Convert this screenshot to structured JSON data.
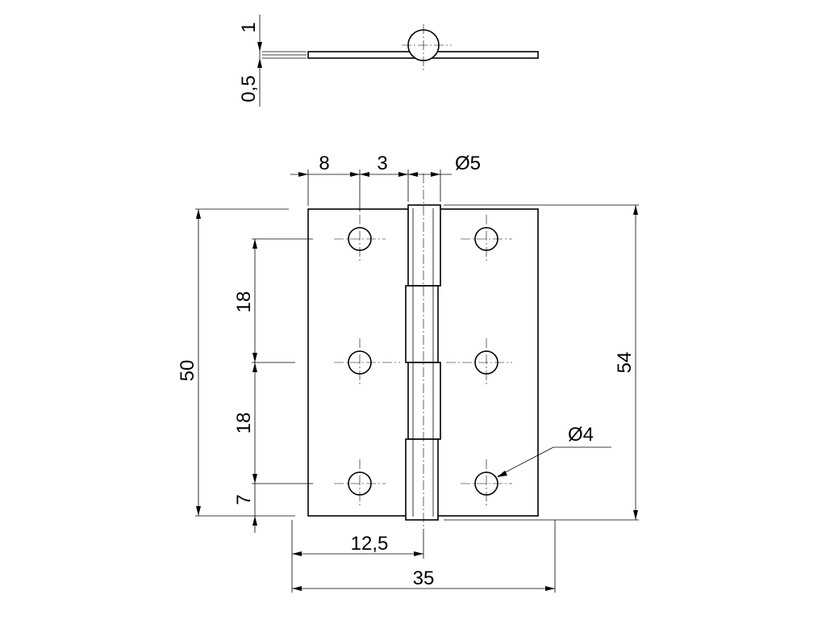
{
  "dimensions": {
    "leaf_thickness": "1",
    "sheet_thickness": "0,5",
    "hole_edge_offset": "8",
    "hole_to_knuckle": "3",
    "pin_diameter": "Ø5",
    "hole_pitch_upper": "18",
    "hole_pitch_lower": "18",
    "bottom_hole_offset": "7",
    "leaf_height": "50",
    "overall_height": "54",
    "hole_diameter": "Ø4",
    "pin_center_offset": "12,5",
    "overall_width": "35"
  },
  "colors": {
    "line": "#000000",
    "background": "#ffffff"
  }
}
